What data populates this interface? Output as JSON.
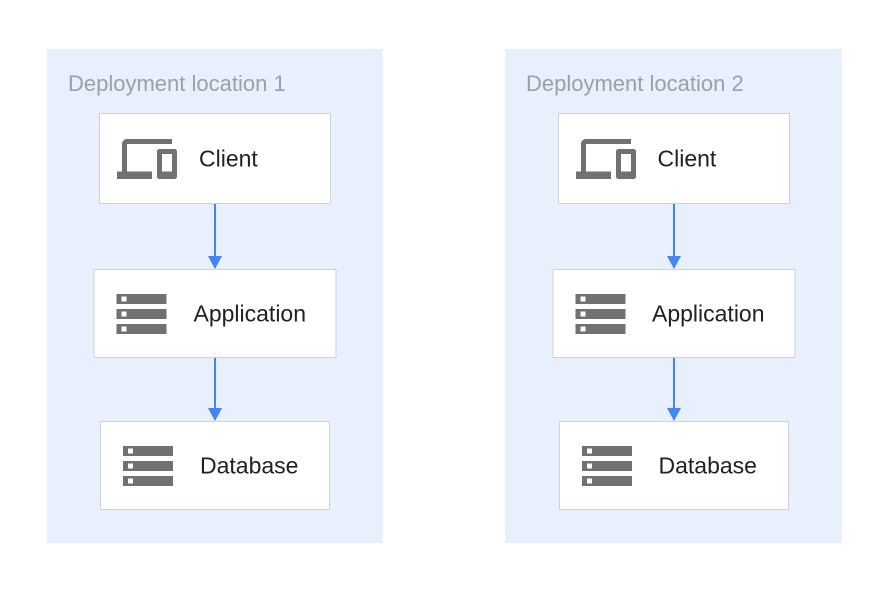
{
  "diagram": {
    "colors": {
      "panel_background": "#E8F0FE",
      "node_background": "#FFFFFF",
      "node_border": "#D2D2D2",
      "arrow": "#4285F4",
      "icon_gray": "#717171",
      "title_text": "#9AA0A6",
      "label_text": "#212121"
    },
    "panels": [
      {
        "title": "Deployment location 1",
        "nodes": [
          {
            "label": "Client",
            "icon": "devices-icon"
          },
          {
            "label": "Application",
            "icon": "server-stack-icon"
          },
          {
            "label": "Database",
            "icon": "server-stack-icon"
          }
        ]
      },
      {
        "title": "Deployment location 2",
        "nodes": [
          {
            "label": "Client",
            "icon": "devices-icon"
          },
          {
            "label": "Application",
            "icon": "server-stack-icon"
          },
          {
            "label": "Database",
            "icon": "server-stack-icon"
          }
        ]
      }
    ]
  }
}
